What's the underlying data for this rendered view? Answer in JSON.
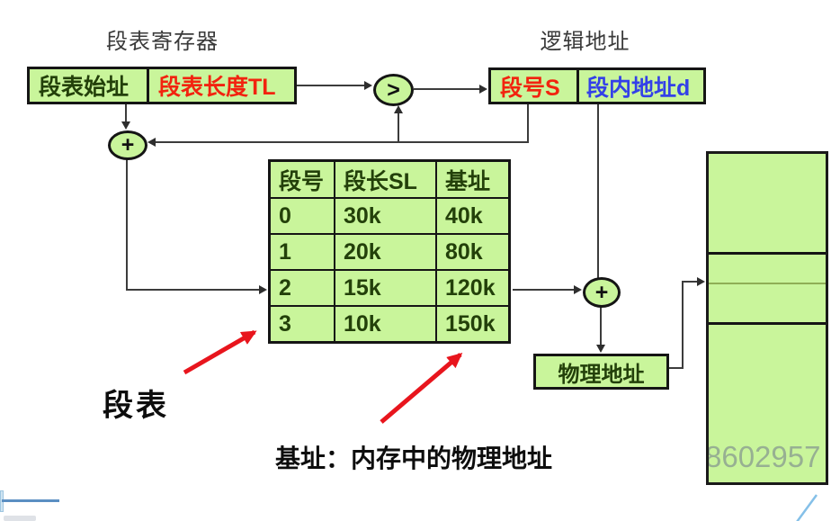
{
  "titles": {
    "register": "段表寄存器",
    "logical": "逻辑地址"
  },
  "register_box": {
    "start_cell": "段表始址",
    "length_cell": "段表长度TL"
  },
  "logical_box": {
    "segment_cell": "段号S",
    "offset_cell": "段内地址d"
  },
  "operators": {
    "compare": ">",
    "add": "+"
  },
  "segment_table": {
    "headers": [
      "段号",
      "段长SL",
      "基址"
    ],
    "rows": [
      {
        "seg": "0",
        "len": "30k",
        "base": "40k"
      },
      {
        "seg": "1",
        "len": "20k",
        "base": "80k"
      },
      {
        "seg": "2",
        "len": "15k",
        "base": "120k"
      },
      {
        "seg": "3",
        "len": "10k",
        "base": "150k"
      }
    ]
  },
  "physical_box": {
    "label": "物理地址"
  },
  "annotations": {
    "table_caption": "段表",
    "base_note": "基址：内存中的物理地址"
  },
  "watermark": "8602957",
  "colors": {
    "box_fill": "#c9f59b",
    "box_border": "#151515",
    "red_text": "#f2230f",
    "blue_text": "#3340e8",
    "dark_green_text": "#23400a",
    "connector_line": "#3c3c3c",
    "red_arrow": "#e8151d",
    "memory_divider_light": "#8fae55",
    "watermark_gray": "rgba(125,138,142,0.65)",
    "artifact_blue": "#5b8fc2"
  }
}
